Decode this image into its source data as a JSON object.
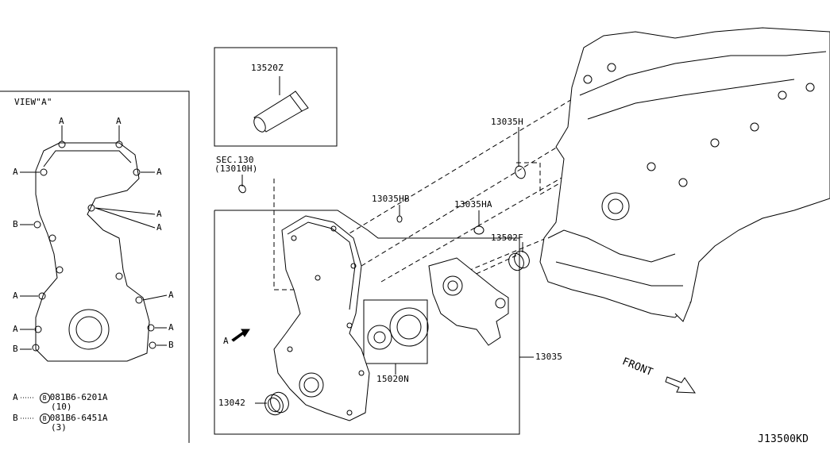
{
  "view_a": {
    "title": "VIEW\"A\"",
    "bolt_a": "A",
    "bolt_b": "B"
  },
  "legend": {
    "a": {
      "key": "A",
      "circle": "B",
      "part": "081B6-6201A",
      "qty": "(10)"
    },
    "b": {
      "key": "B",
      "circle": "B",
      "part": "081B6-6451A",
      "qty": "(3)"
    }
  },
  "parts": {
    "p13520z": "13520Z",
    "sec130": "SEC.130",
    "sec130_sub": "(13010H)",
    "p13035h": "13035H",
    "p13035hb": "13035HB",
    "p13035ha": "13035HA",
    "p13502f": "13502F",
    "p15020n": "15020N",
    "p13035": "13035",
    "p13042": "13042",
    "arrow_a": "A"
  },
  "front_label": "FRONT",
  "diagram_code": "J13500KD"
}
